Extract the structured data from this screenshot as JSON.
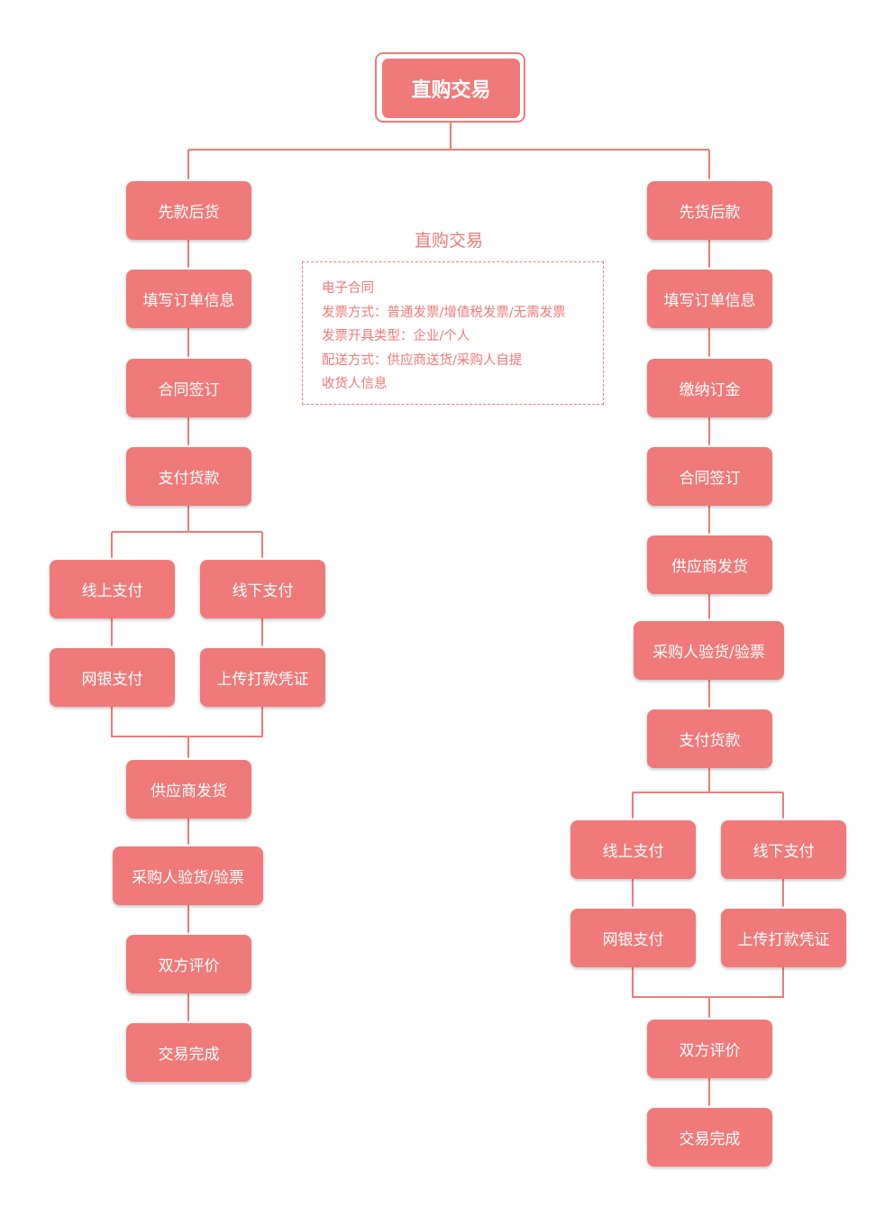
{
  "title": "直购交易",
  "info": {
    "title": "直购交易",
    "lines": [
      "电子合同",
      "发票方式：普通发票/增值税发票/无需发票",
      "发票开具类型：企业/个人",
      "配送方式：供应商送货/采购人自提",
      "收货人信息"
    ]
  },
  "left": {
    "top_steps": [
      "先款后货",
      "填写订单信息",
      "合同签订",
      "支付货款"
    ],
    "online_branch": [
      "线上支付",
      "网银支付"
    ],
    "offline_branch": [
      "线下支付",
      "上传打款凭证"
    ],
    "bottom_steps": [
      "供应商发货",
      "采购人验货/验票",
      "双方评价",
      "交易完成"
    ]
  },
  "right": {
    "top_steps": [
      "先货后款",
      "填写订单信息",
      "缴纳订金",
      "合同签订",
      "供应商发货",
      "采购人验货/验票",
      "支付货款"
    ],
    "online_branch": [
      "线上支付",
      "网银支付"
    ],
    "offline_branch": [
      "线下支付",
      "上传打款凭证"
    ],
    "bottom_steps": [
      "双方评价",
      "交易完成"
    ]
  },
  "colors": {
    "node": "#f07a79",
    "line": "#f07a79",
    "text": "#ffffff"
  }
}
